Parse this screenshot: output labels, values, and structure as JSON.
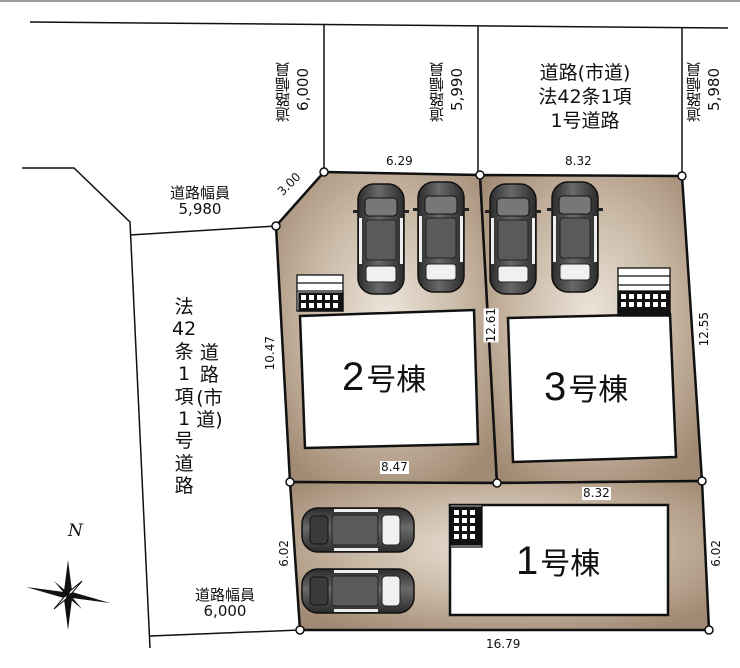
{
  "plan": {
    "north_label": "N",
    "roads": {
      "top_right": {
        "lines": [
          "道路(市道)",
          "法42条1項",
          "1号道路"
        ]
      },
      "left": {
        "col1": [
          "法",
          "42",
          "条",
          "1",
          "項",
          "1",
          "号",
          "道",
          "路"
        ],
        "col2": [
          "道",
          "路",
          "(市",
          "道)"
        ]
      }
    },
    "road_widths": [
      {
        "id": "top-left",
        "label": "道路幅員",
        "value": "6,000"
      },
      {
        "id": "top-mid",
        "label": "道路幅員",
        "value": "5,990"
      },
      {
        "id": "top-right",
        "label": "道路幅員",
        "value": "5,980"
      },
      {
        "id": "left-top",
        "label": "道路幅員",
        "value": "5,980"
      },
      {
        "id": "left-bottom",
        "label": "道路幅員",
        "value": "6,000"
      }
    ],
    "dimensions": {
      "corner_cut": "3.00",
      "lot2_top": "6.29",
      "lot3_top": "8.32",
      "lot2_left": "10.47",
      "lot2_3_divider": "12.61",
      "lot3_right": "12.55",
      "lot2_bottom": "8.47",
      "lot3_bottom": "8.32",
      "lot1_left": "6.02",
      "lot1_right": "6.02",
      "lot1_bottom": "16.79"
    },
    "buildings": [
      {
        "id": "1",
        "num": "1",
        "suffix": "号棟"
      },
      {
        "id": "2",
        "num": "2",
        "suffix": "号棟"
      },
      {
        "id": "3",
        "num": "3",
        "suffix": "号棟"
      }
    ],
    "colors": {
      "lot_fill": "#a8927c",
      "lot_highlight": "#e6dccf",
      "outline": "#111111",
      "building_fill": "#ffffff",
      "car_body": "#4a4a4a"
    }
  }
}
